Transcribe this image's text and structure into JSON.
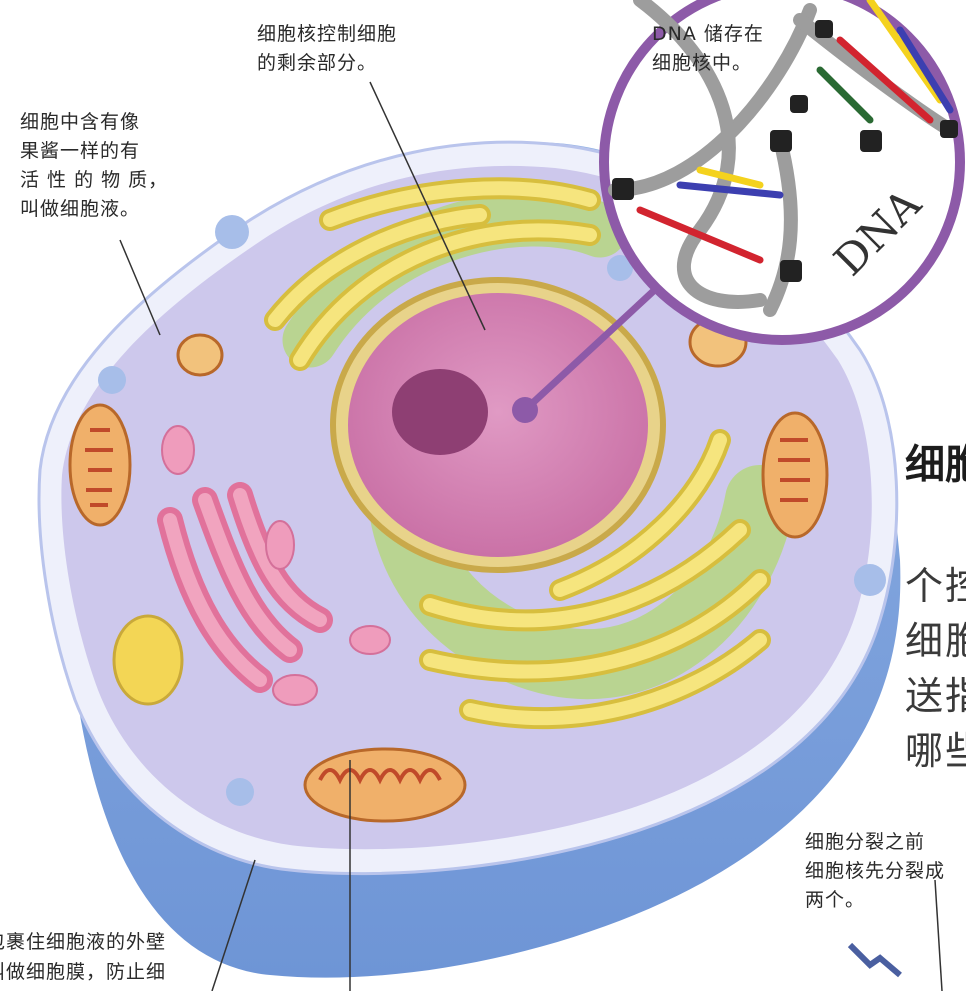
{
  "labels": {
    "nucleus_control": "细胞核控制细胞\n的剩余部分。",
    "dna_stored": "DNA 储存在\n细胞核中。",
    "cytoplasm": "细胞中含有像\n果酱一样的有\n活 性 的 物 质，\n叫做细胞液。",
    "division": "细胞分裂之前\n细胞核先分裂成\n两个。",
    "membrane_line1": "包裹住细胞液的外壁",
    "membrane_line2": "叫做细胞膜，防止细"
  },
  "dna_label": "DNA",
  "side_text": {
    "heading": "细胞",
    "lines": [
      "个控",
      "细胞",
      "送指",
      "哪些"
    ]
  },
  "colors": {
    "cell_blue": "#9db8e6",
    "cytoplasm": "#c9c3ea",
    "er_yellow": "#f3e278",
    "nucleus_pink": "#d982b3",
    "nucleolus": "#8e3f73",
    "dna_ring": "#8d5aa8"
  }
}
